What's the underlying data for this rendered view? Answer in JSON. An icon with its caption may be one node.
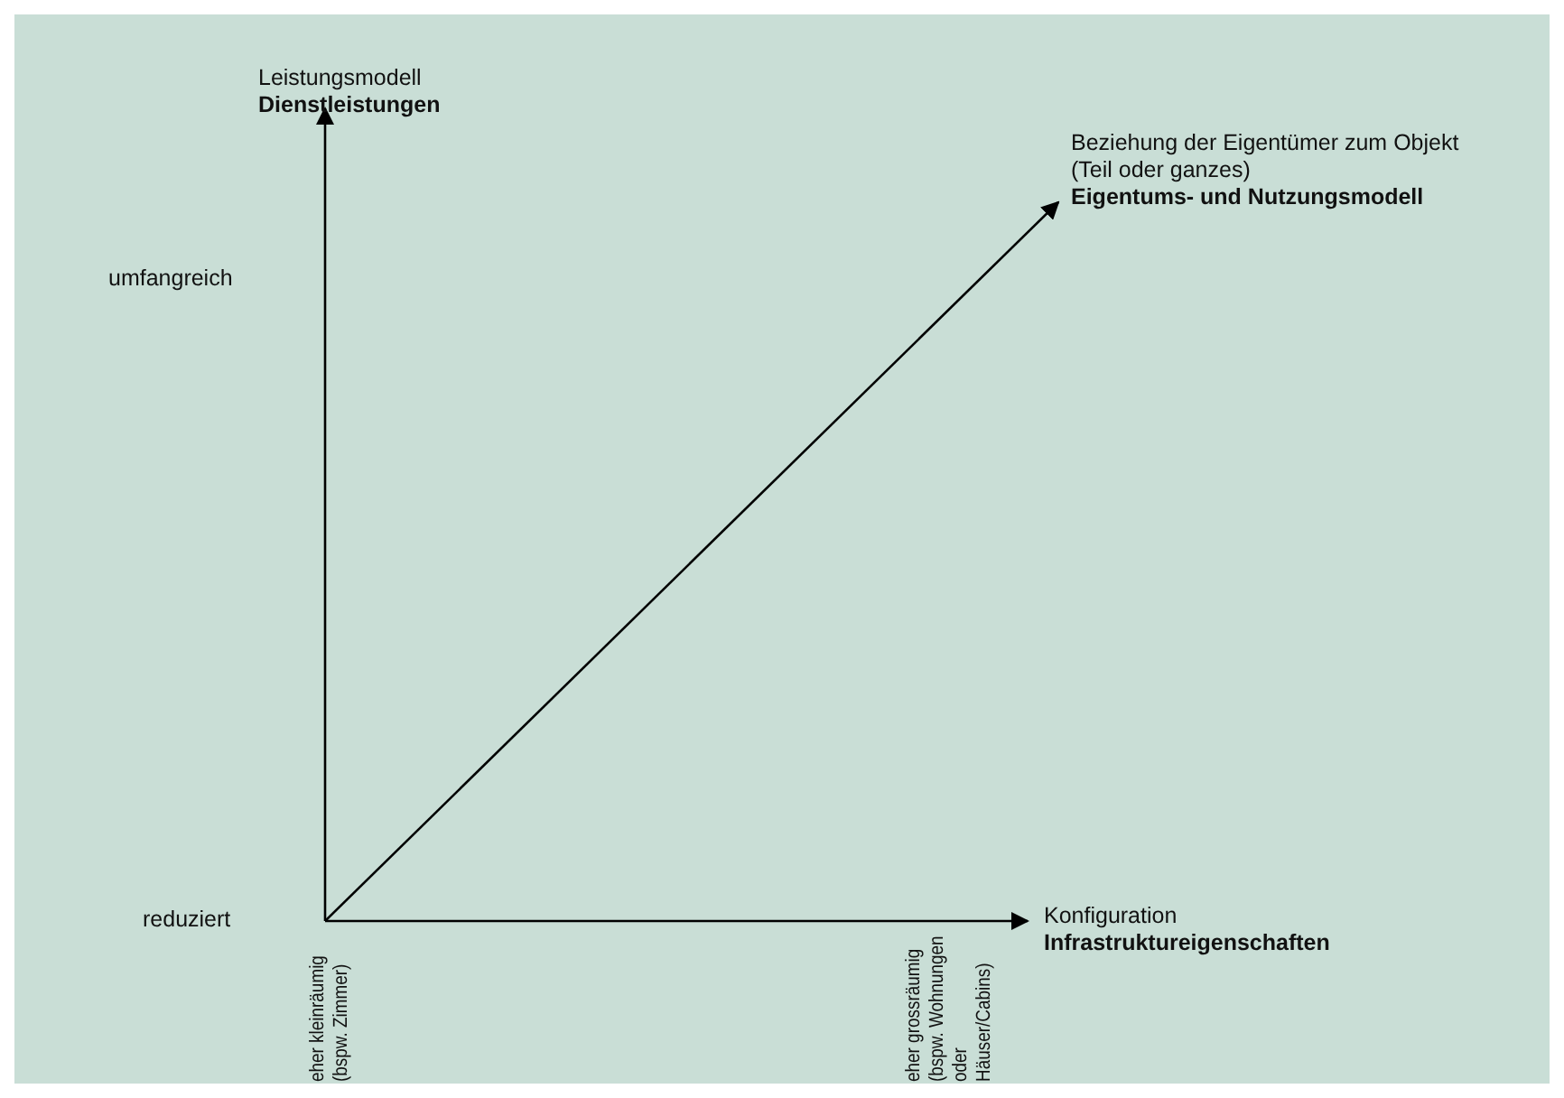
{
  "diagram": {
    "labels": [
      "Leistungsmodell",
      "Dienstleistungen",
      "Beziehung der Eigentümer zum Objekt (Teil oder ganzes)",
      "Eigentums- und Nutzungsmodell",
      "umfangreich",
      "reduziert",
      "Konfiguration",
      "Infrastruktureigenschaften",
      "eher kleinräumig (bspw. Zimmer)",
      "eher grossräumig (bspw. Wohnungen oder Häuser/Cabins)"
    ]
  }
}
